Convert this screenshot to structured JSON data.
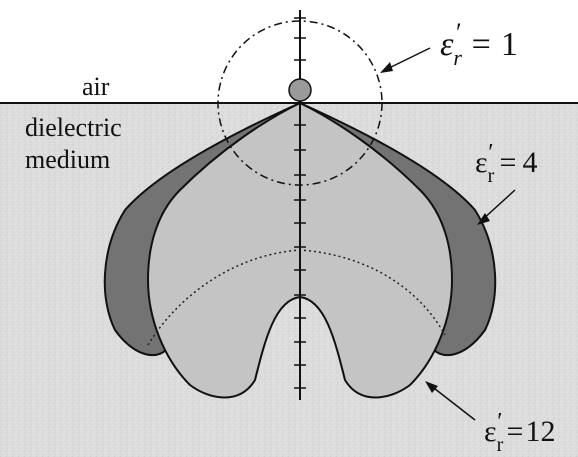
{
  "diagram": {
    "labels": {
      "air": "air",
      "dielectric_line1": "dielectric",
      "dielectric_line2": "medium"
    },
    "curves": [
      {
        "id": "eps1",
        "symbol": "ε",
        "prime": "′",
        "subscript": "r",
        "equals": "=",
        "value": "1",
        "style": "dash-dot circle",
        "symbol_style": "italic"
      },
      {
        "id": "eps4",
        "symbol": "ε",
        "prime": "′",
        "subscript": "r",
        "equals": "=",
        "value": "4",
        "style": "dark filled lobes",
        "fill": "#737373"
      },
      {
        "id": "eps12",
        "symbol": "ε",
        "prime": "′",
        "subscript": "r",
        "equals": "=",
        "value": "12",
        "style": "light filled lobes",
        "fill": "#c4c4c4"
      }
    ],
    "colors": {
      "background_dielectric": "#dedede",
      "dark_lobe": "#737373",
      "light_lobe": "#c4c4c4",
      "source": "#9a9a9a",
      "line": "#111111"
    },
    "icons": [
      "source-dipole-icon"
    ]
  }
}
